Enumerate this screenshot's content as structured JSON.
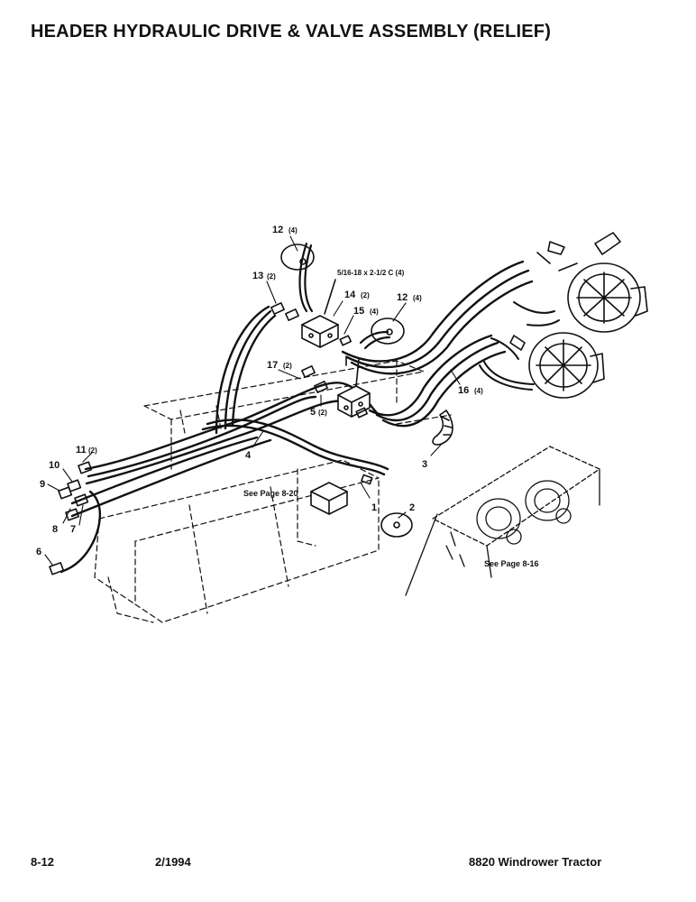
{
  "title": "HEADER HYDRAULIC DRIVE & VALVE ASSEMBLY (RELIEF)",
  "footer": {
    "page": "8-12",
    "date": "2/1994",
    "model": "8820 Windrower Tractor"
  },
  "callouts": {
    "c1": "1",
    "c2": "2",
    "c3": "3",
    "c4": "4",
    "c5": "5",
    "c5q": "(2)",
    "c6": "6",
    "c7": "7",
    "c8": "8",
    "c9": "9",
    "c10": "10",
    "c11": "11",
    "c11q": "(2)",
    "c12a": "12",
    "c12aq": "(4)",
    "c12b": "12",
    "c12bq": "(4)",
    "c13": "13",
    "c13q": "(2)",
    "c14": "14",
    "c14q": "(2)",
    "c15": "15",
    "c15q": "(4)",
    "c16": "16",
    "c16q": "(4)",
    "c17": "17",
    "c17q": "(2)",
    "bolt": "5/16-18 x 2-1/2 C (4)",
    "ref1": "See Page 8-20",
    "ref2": "See Page 8-16"
  }
}
